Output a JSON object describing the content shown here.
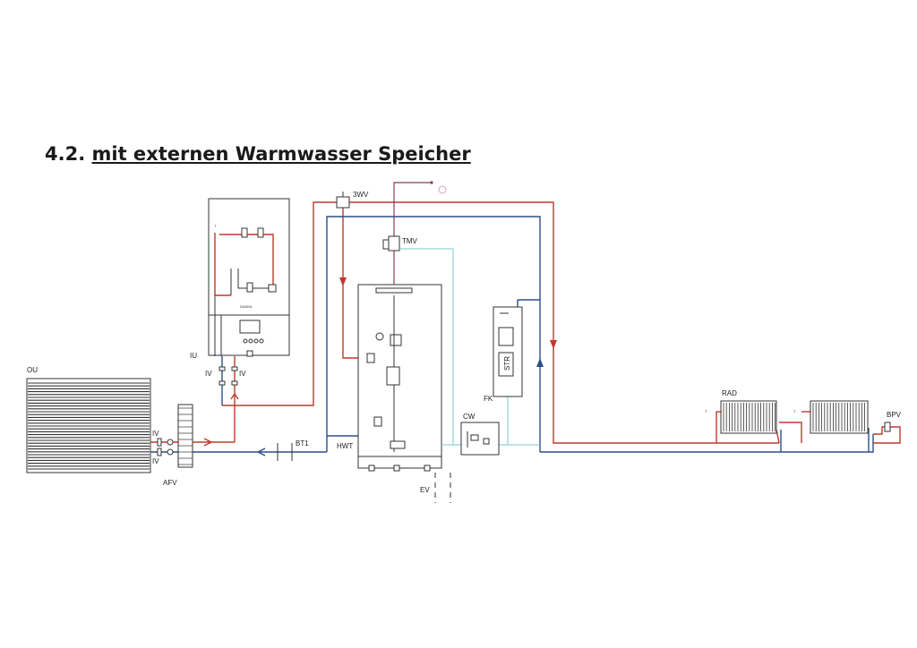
{
  "title": {
    "number": "4.2.",
    "text": "mit externen Warmwasser Speicher"
  },
  "labels": {
    "ou": "OU",
    "iu": "IU",
    "afv": "AFV",
    "iv": "IV",
    "threewv": "3WV",
    "tmv": "TMV",
    "bt1": "BT1",
    "hwt": "HWT",
    "ev": "EV",
    "cw": "CW",
    "fk": "FK",
    "str": "STR",
    "rad": "RAD",
    "bpv": "BPV",
    "brand": "DAIKIN",
    "t": "T"
  },
  "colors": {
    "flow": "#c0392b",
    "return": "#2c4f86",
    "cold_water": "#7fc4cc",
    "hot_water": "#8a3b5c"
  }
}
